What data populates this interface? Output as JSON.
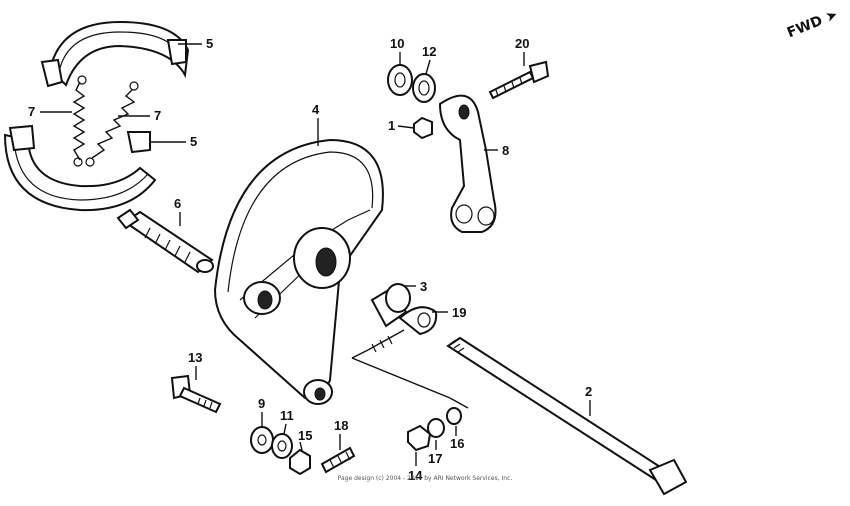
{
  "callouts": [
    {
      "id": "c5a",
      "label": "5"
    },
    {
      "id": "c5b",
      "label": "5"
    },
    {
      "id": "c7a",
      "label": "7"
    },
    {
      "id": "c7b",
      "label": "7"
    },
    {
      "id": "c6",
      "label": "6"
    },
    {
      "id": "c4",
      "label": "4"
    },
    {
      "id": "c10",
      "label": "10"
    },
    {
      "id": "c12",
      "label": "12"
    },
    {
      "id": "c20",
      "label": "20"
    },
    {
      "id": "c1",
      "label": "1"
    },
    {
      "id": "c8",
      "label": "8"
    },
    {
      "id": "c3",
      "label": "3"
    },
    {
      "id": "c19",
      "label": "19"
    },
    {
      "id": "c2",
      "label": "2"
    },
    {
      "id": "c13",
      "label": "13"
    },
    {
      "id": "c9",
      "label": "9"
    },
    {
      "id": "c11",
      "label": "11"
    },
    {
      "id": "c15",
      "label": "15"
    },
    {
      "id": "c18",
      "label": "18"
    },
    {
      "id": "c14",
      "label": "14"
    },
    {
      "id": "c17",
      "label": "17"
    },
    {
      "id": "c16",
      "label": "16"
    }
  ],
  "direction_label": "FWD",
  "copyright": "Page design (c) 2004 - 2017 by ARI Network Services, Inc."
}
